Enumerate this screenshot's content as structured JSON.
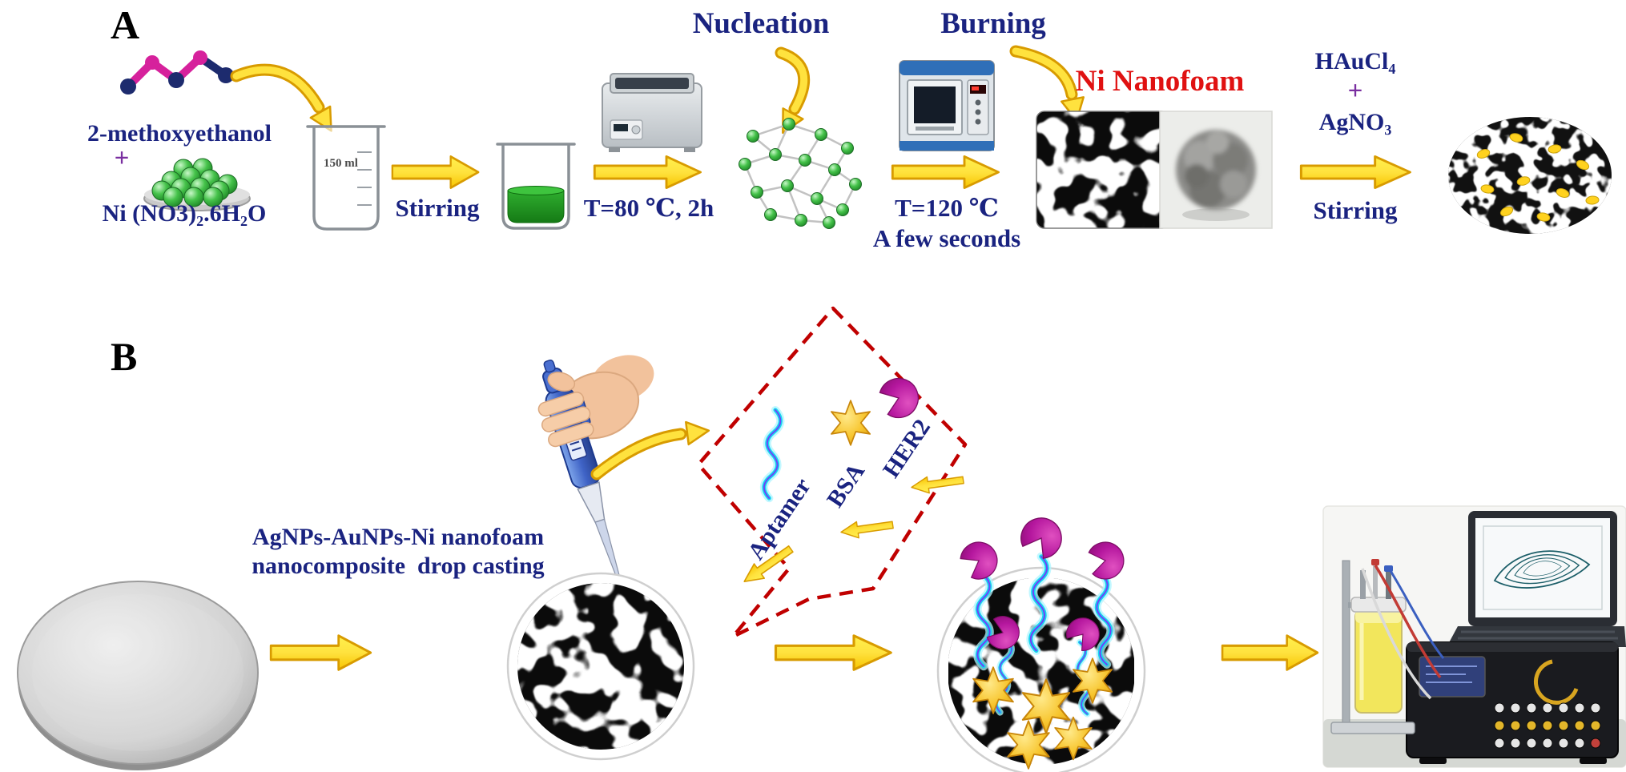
{
  "panel_a": {
    "label": "A",
    "reagent_top": "2-methoxyethanol",
    "plus_sign": "+",
    "reagent_bottom": "Ni (NO3)₂.6H₂O",
    "beaker_volume": "150 ml",
    "arrow1_label": "Stirring",
    "water_bath_step": "T=80 ℃, 2h",
    "nucleation_title": "Nucleation",
    "burning_title": "Burning",
    "furnace_step_line1": "T=120 ℃",
    "furnace_step_line2": "A few seconds",
    "product_label": "Ni Nanofoam",
    "gold_salt": "HAuCl₄",
    "plus_sign2": "+",
    "silver_salt": "AgNO₃",
    "arrow4_label": "Stirring"
  },
  "panel_b": {
    "label": "B",
    "caption_line1": "AgNPs-AuNPs-Ni nanofoam",
    "caption_line2": "nanocomposite  drop casting",
    "bubble": {
      "aptamer": "Aptamer",
      "bsa": "BSA",
      "her2": "HER2"
    }
  },
  "icons": {
    "aptamer": "cyan-wavy-strand",
    "bsa": "gold-star",
    "her2": "magenta-pacman-receptor",
    "ni_nanofoam": "black-white-porous-foam",
    "au_ag_nanoparticles": "yellow-dots"
  },
  "colors": {
    "heading_navy": "#1a2380",
    "product_red": "#e01111",
    "plus_purple": "#7a2fa0",
    "arrow_yellow": "#ffe23e",
    "arrow_outline": "#d89b00",
    "bubble_dash_red": "#c00000",
    "aptamer_cyan": "#16d7f0",
    "her2_magenta": "#b5179e",
    "bsa_gold": "#f7c52e",
    "nickel_green": "#45c24a"
  }
}
